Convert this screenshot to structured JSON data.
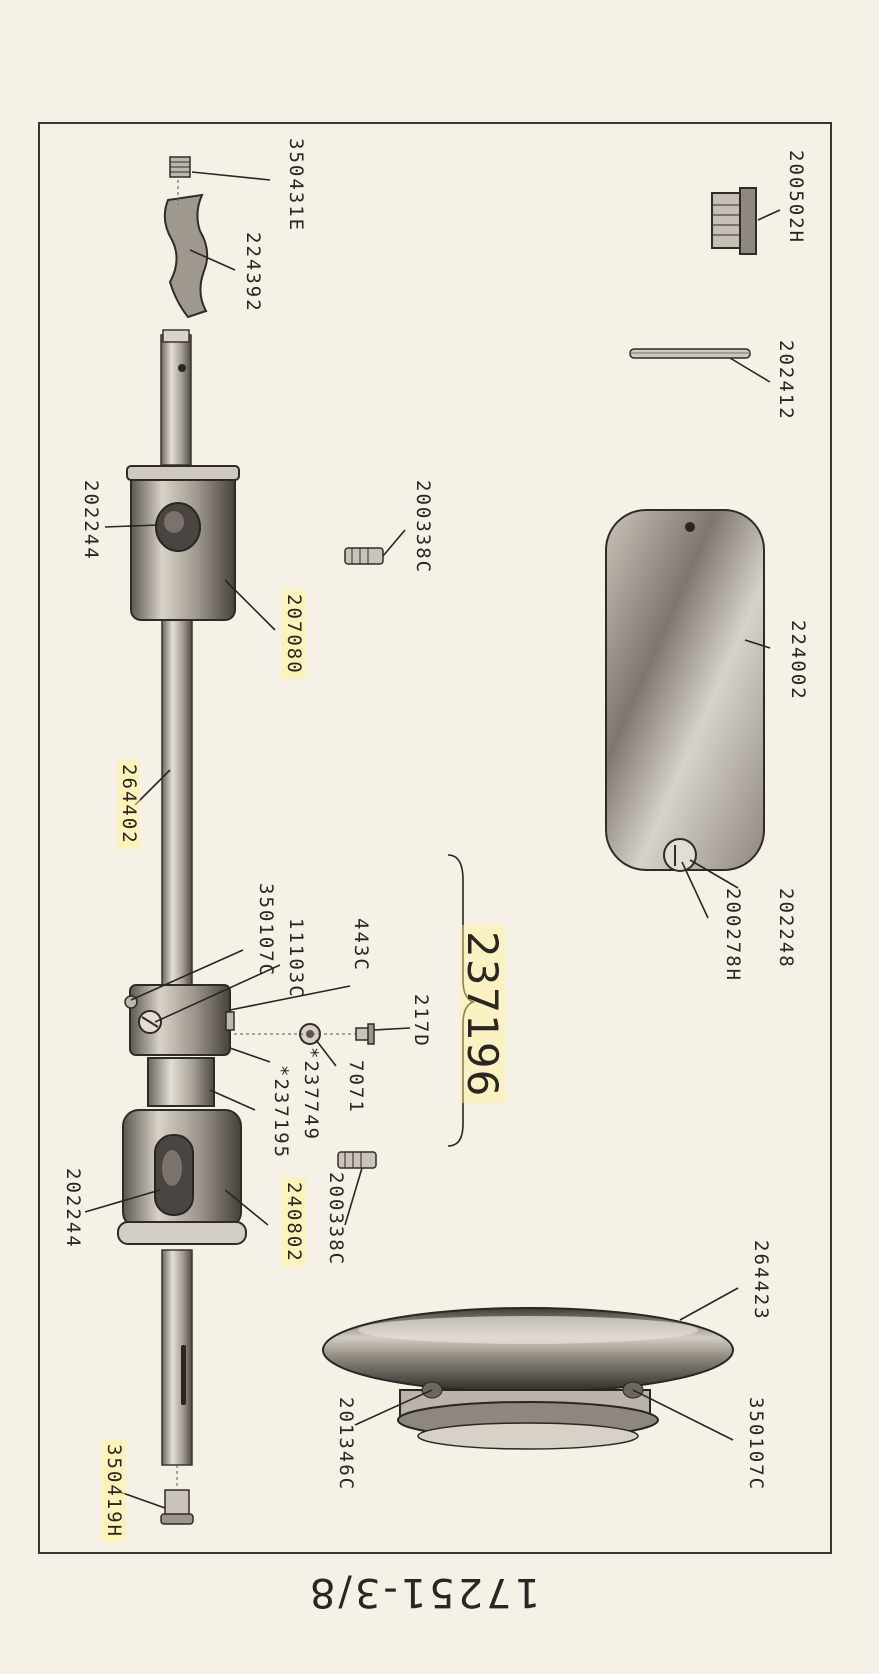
{
  "catalog_number": "17251-3/8",
  "assembly_number": "237196",
  "part_labels": {
    "p200502H": "200502H",
    "p202412": "202412",
    "p224002": "224002",
    "p202248": "202248",
    "p200278H": "200278H",
    "p264423": "264423",
    "p350107C_right": "350107C",
    "p201346C": "201346C",
    "p350431E": "350431E",
    "p224392": "224392",
    "p200338C_top": "200338C",
    "p202244_top": "202244",
    "p207080": "207080",
    "p264402": "264402",
    "p350107C_mid": "350107C",
    "p11103C": "11103C",
    "p443C": "443C",
    "p217D": "217D",
    "p7071": "7071",
    "p237749": "*237749",
    "p237195": "*237195",
    "p200338C_bottom": "200338C",
    "p240802": "240802",
    "p202244_bottom": "202244",
    "p350419H": "350419H"
  },
  "colors": {
    "paper": "#f6f1e6",
    "ink": "#2a2622",
    "highlight": "#fff496"
  }
}
